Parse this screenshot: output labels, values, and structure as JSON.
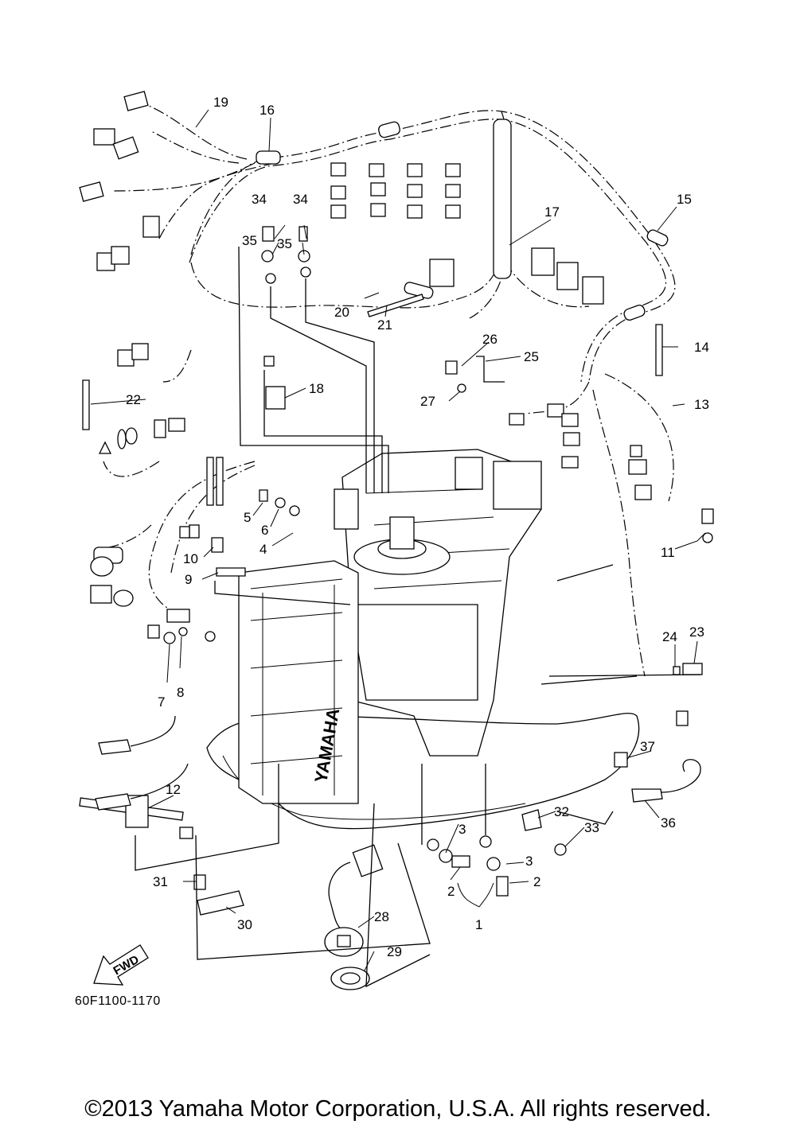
{
  "diagram": {
    "part_code": "60F1100-1170",
    "copyright": "©2013 Yamaha Motor Corporation, U.S.A. All rights reserved.",
    "fwd_label": "FWD",
    "brand_label": "YAMAHA",
    "callouts": [
      "1",
      "2",
      "2",
      "3",
      "3",
      "4",
      "5",
      "6",
      "7",
      "8",
      "9",
      "10",
      "11",
      "12",
      "13",
      "14",
      "15",
      "16",
      "17",
      "18",
      "19",
      "20",
      "21",
      "22",
      "23",
      "24",
      "25",
      "26",
      "27",
      "28",
      "29",
      "30",
      "31",
      "32",
      "33",
      "34",
      "34",
      "35",
      "35",
      "36",
      "37"
    ]
  }
}
